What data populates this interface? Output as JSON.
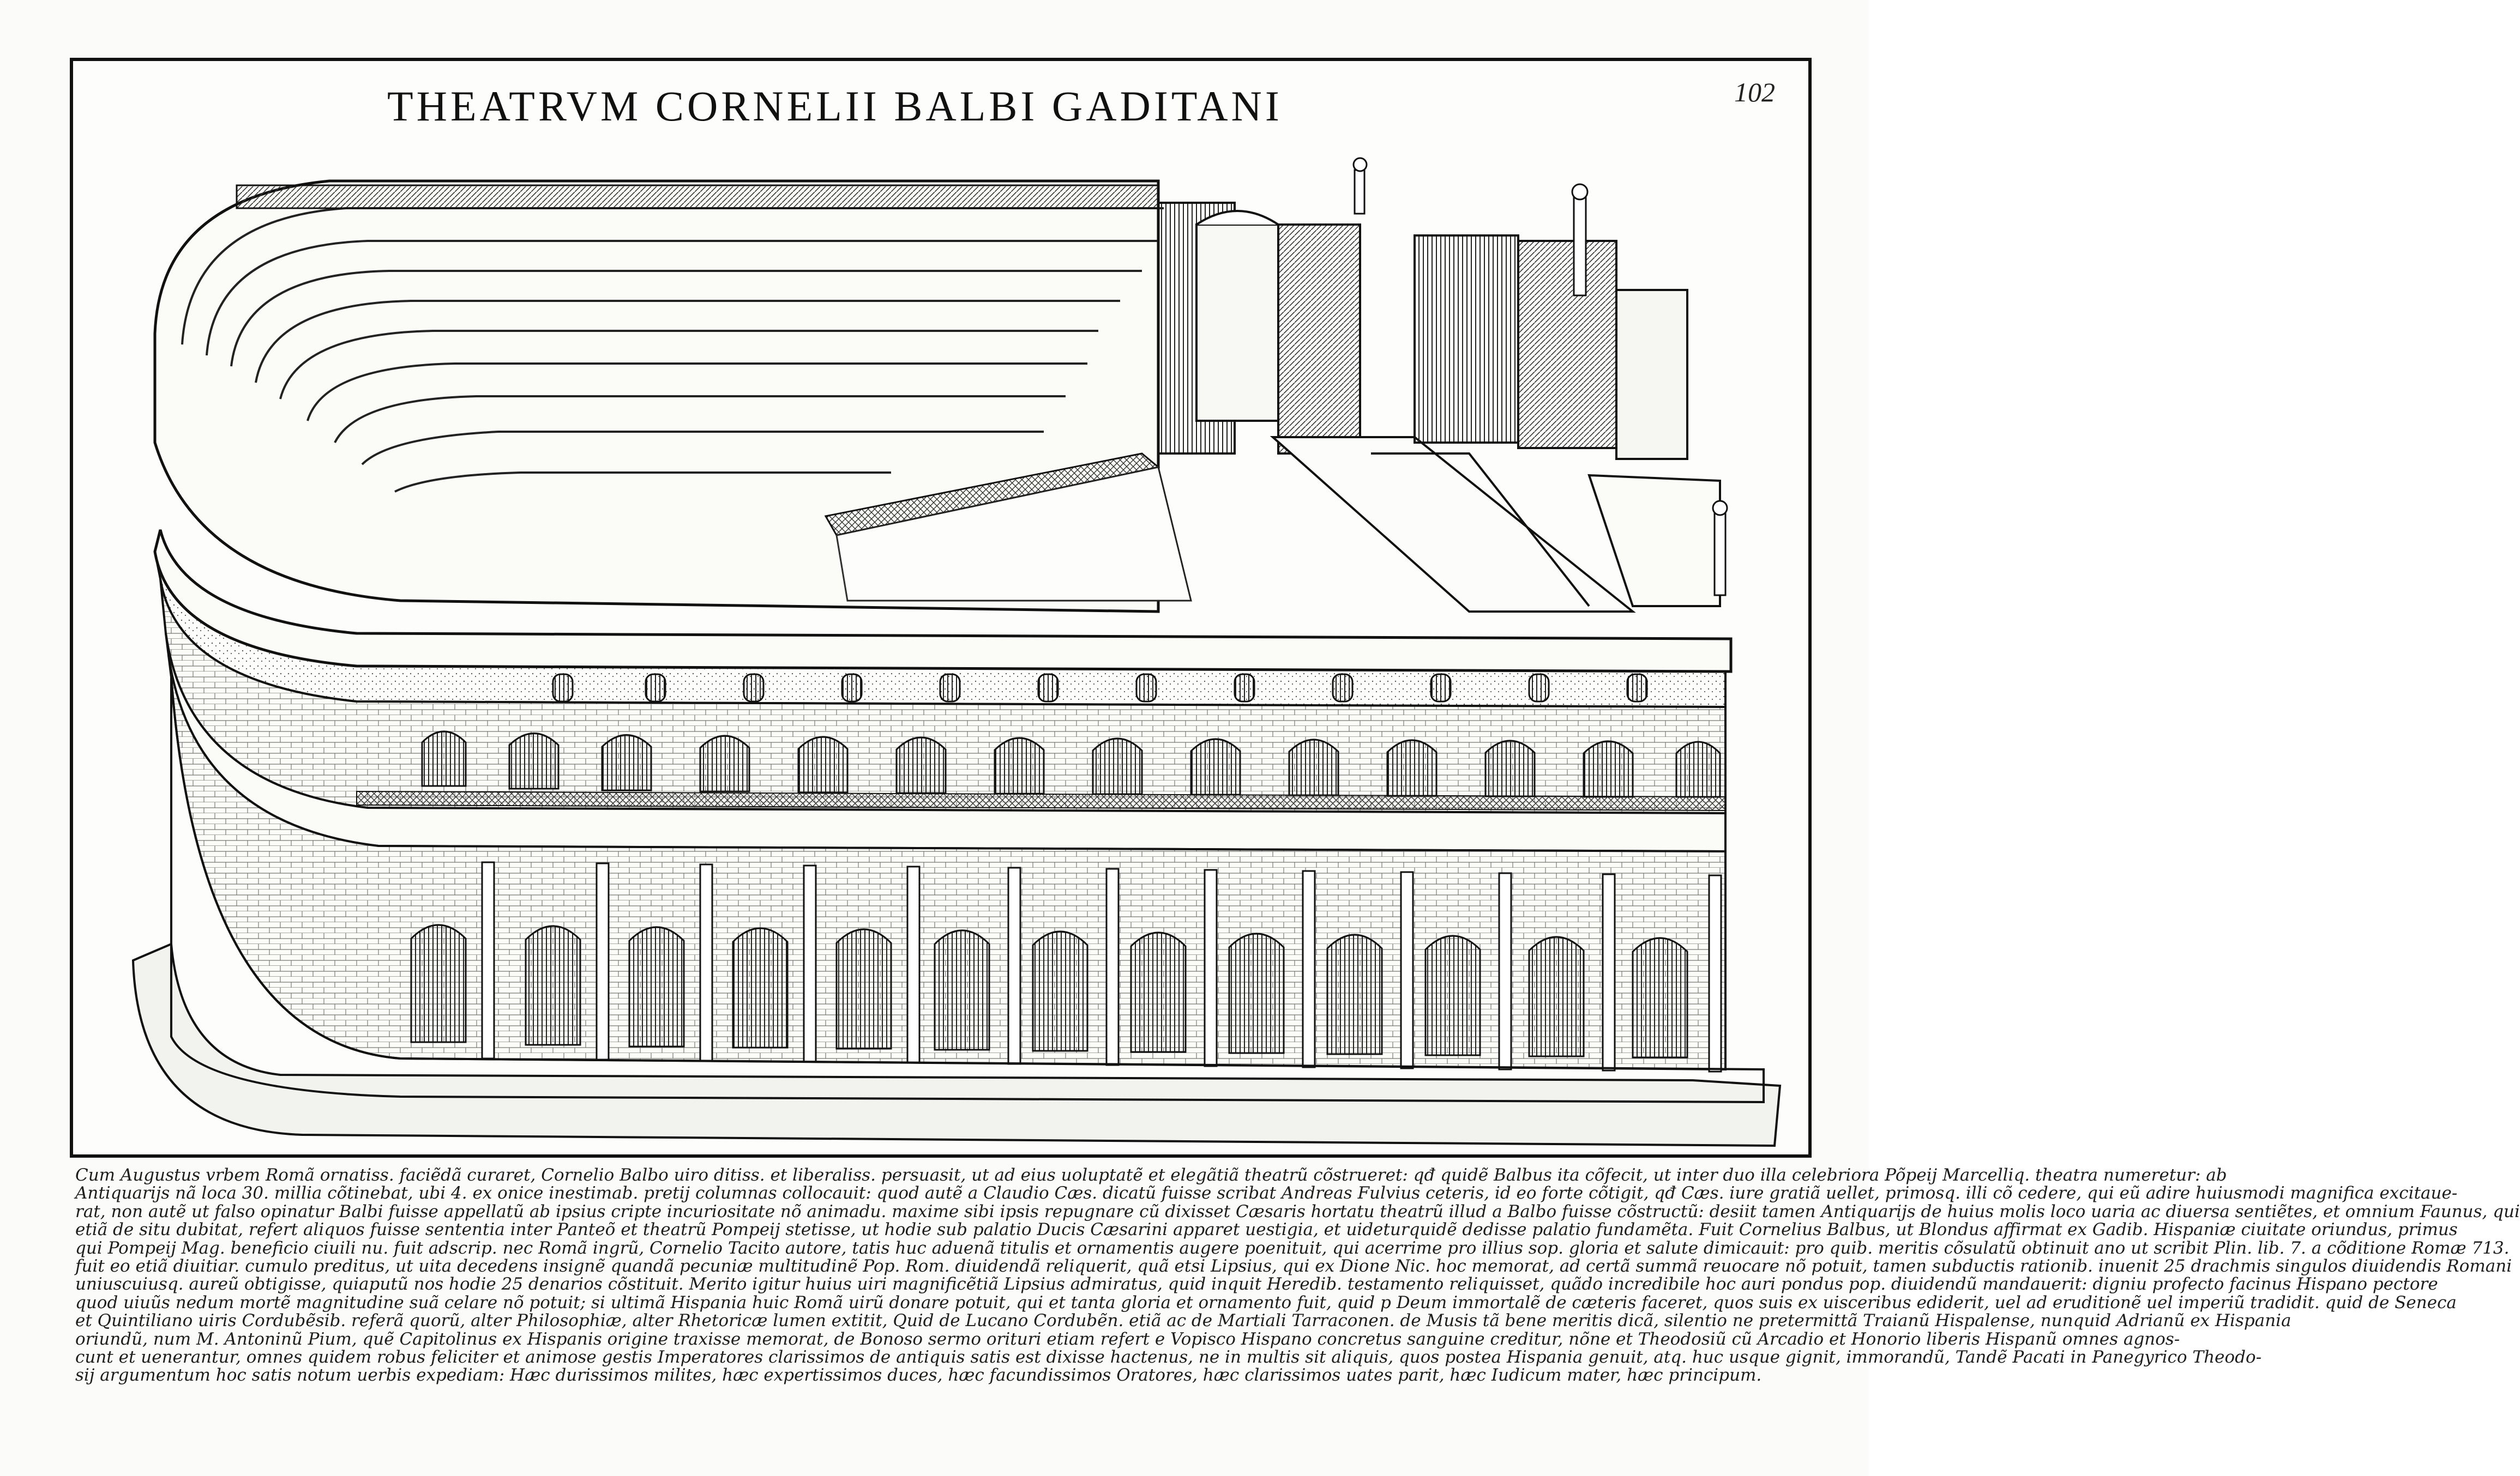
{
  "plate": {
    "title": "THEATRVM CORNELII BALBI GADITANI",
    "page_number": "102"
  },
  "caption_lines": [
    "Cum Augustus vrbem Romã ornatiss. faciẽdã curaret, Cornelio Balbo uiro ditiss. et liberaliss. persuasit, ut ad eius uoluptatẽ et elegãtiã theatrũ cõstrueret: qđ quidẽ Balbus ita cõfecit, ut inter duo illa celebriora Põpeij Marcelliq. theatra numeretur: ab",
    "Antiquarijs nã loca 30. millia cõtinebat, ubi 4. ex onice inestimab. pretij columnas collocauit: quod autẽ a Claudio Cæs. dicatũ fuisse scribat Andreas Fulvius ceteris, id eo forte cõtigit, qđ Cæs. iure gratiã uellet, primosq. illi cõ cedere, qui eũ adire huiusmodi magnifica excitaue-",
    "rat, non autẽ ut falso opinatur Balbi fuisse appellatũ ab ipsius cripte incuriositate nõ animadu. maxime sibi ipsis repugnare cũ dixisset Cæsaris hortatu theatrũ illud a Balbo fuisse cõstructũ: desiit tamen Antiquarijs de huius molis loco uaria ac diuersa sentiẽtes, et omnium Faunus, qui",
    "etiã de situ dubitat, refert aliquos fuisse sententia inter Panteõ et theatrũ Pompeij stetisse, ut hodie sub palatio Ducis Cæsarini apparet uestigia, et uideturquidẽ dedisse palatio fundamẽta. Fuit Cornelius Balbus, ut Blondus affirmat ex Gadib. Hispaniæ ciuitate oriundus, primus",
    "qui Pompeij Mag. beneficio ciuili nu. fuit adscrip. nec Romã ingrũ, Cornelio Tacito autore, tatis huc aduenã titulis et ornamentis augere poenituit, qui acerrime pro illius sop. gloria et salute dimicauit: pro quib. meritis cõsulatũ obtinuit ano ut scribit Plin. lib. 7. a cõditione Romæ 713.",
    "fuit eo etiã diuitiar. cumulo preditus, ut uita decedens insignẽ quandã pecuniæ multitudinẽ Pop. Rom. diuidendã reliquerit, quã etsi Lipsius, qui ex Dione Nic. hoc memorat, ad certã summã reuocare nõ potuit, tamen subductis rationib. inuenit 25 drachmis singulos diuidendis Romani",
    "uniuscuiusq. aureũ obtigisse, quiaputũ nos hodie 25 denarios cõstituit. Merito igitur huius uiri magnificẽtiã Lipsius admiratus, quid inquit Heredib. testamento reliquisset, quãdo incredibile hoc auri pondus pop. diuidendũ mandauerit: digniu profecto facinus Hispano pectore",
    "quod uiuũs nedum mortẽ magnitudine suã celare nõ potuit; si ultimã Hispania huic Romã uirũ donare potuit, qui et tanta gloria et ornamento fuit, quid p Deum immortalẽ de cæteris faceret, quos suis ex uisceribus ediderit, uel ad eruditionẽ uel imperiũ tradidit. quid de Seneca",
    "et Quintiliano uiris Cordubẽsib. referã quorũ, alter Philosophiæ, alter Rhetoricæ lumen extitit, Quid de Lucano Cordubẽn. etiã ac de Martiali Tarraconen. de Musis tã bene meritis dicã, silentio ne pretermittã Traianũ Hispalense, nunquid Adrianũ ex Hispania",
    "oriundũ, num M. Antoninũ Pium, quẽ Capitolinus ex Hispanis origine traxisse memorat, de Bonoso sermo orituri etiam refert e Vopisco Hispano concretus sanguine creditur, nõne et Theodosiũ cũ Arcadio et Honorio liberis Hispanũ omnes agnos-",
    "cunt et uenerantur, omnes quidem robus feliciter et animose gestis Imperatores clarissimos de antiquis satis est dixisse hactenus, ne in multis sit aliquis, quos postea Hispania genuit, atq. huc usque gignit, immorandũ, Tandẽ Pacati in Panegyrico Theodo-",
    "sij argumentum hoc satis notum uerbis expediam: Hæc durissimos milites, hæc expertissimos duces, hæc facundissimos Oratores, hæc clarissimos uates parit, hæc Iudicum mater, hæc principum."
  ],
  "colors": {
    "ink": "#1a1a1a",
    "paper": "#fdfdfb"
  }
}
